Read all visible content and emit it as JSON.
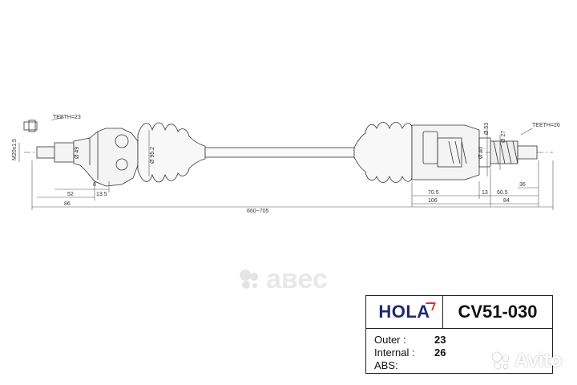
{
  "drawing": {
    "labels": {
      "teeth_outer": "TEETH=23",
      "teeth_inner": "TEETH=26",
      "thread": "M20x1.5",
      "d49": "Ø 49",
      "d952": "Ø 95.2",
      "d53": "Ø 53",
      "d40": "Ø 40",
      "d27": "Ø 27",
      "d8": "8",
      "d52": "52",
      "d135": "13.5",
      "d86": "86",
      "dtotal": "660~705",
      "d705": "70.5",
      "d106": "106",
      "d13": "13",
      "d605": "60.5",
      "d36": "36",
      "d84": "84"
    }
  },
  "spec": {
    "brand": "HOLA",
    "part_number": "CV51-030",
    "rows": [
      {
        "label": "Outer :",
        "value": "23"
      },
      {
        "label": "Internal :",
        "value": "26"
      },
      {
        "label": "ABS:",
        "value": ""
      }
    ]
  },
  "watermarks": {
    "center": "авес",
    "corner": "Avito"
  }
}
